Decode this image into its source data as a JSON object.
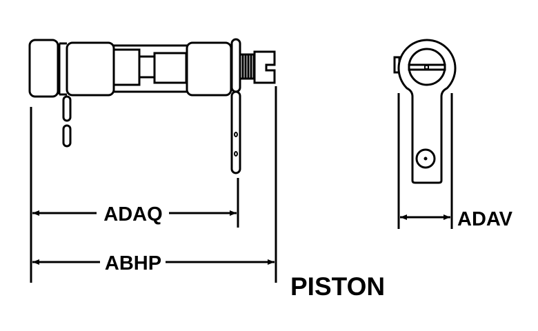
{
  "title": "PISTON",
  "dimensions": {
    "adaq": "ADAQ",
    "abhp": "ABHP",
    "adav": "ADAV"
  },
  "colors": {
    "line": "#000000",
    "background": "#ffffff"
  }
}
